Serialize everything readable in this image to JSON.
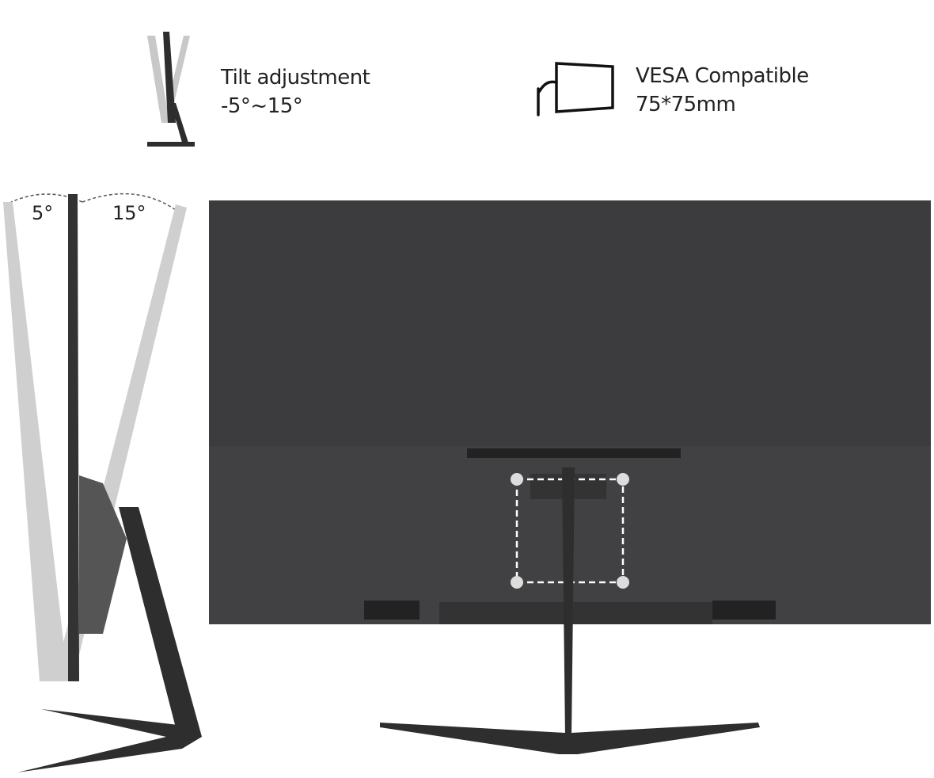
{
  "features": {
    "tilt": {
      "title": "Tilt adjustment",
      "range": "-5°~15°",
      "icon": "tilt-monitor-icon"
    },
    "vesa": {
      "title": "VESA Compatible",
      "size": "75*75mm",
      "icon": "wall-mount-monitor-icon"
    }
  },
  "side_view": {
    "back_angle": "5°",
    "forward_angle": "15°"
  },
  "colors": {
    "monitor": "#3a3a3c",
    "panel": "#3f3f41",
    "ghost": "#c8c8c8",
    "vesa_guide": "#ffffff"
  }
}
